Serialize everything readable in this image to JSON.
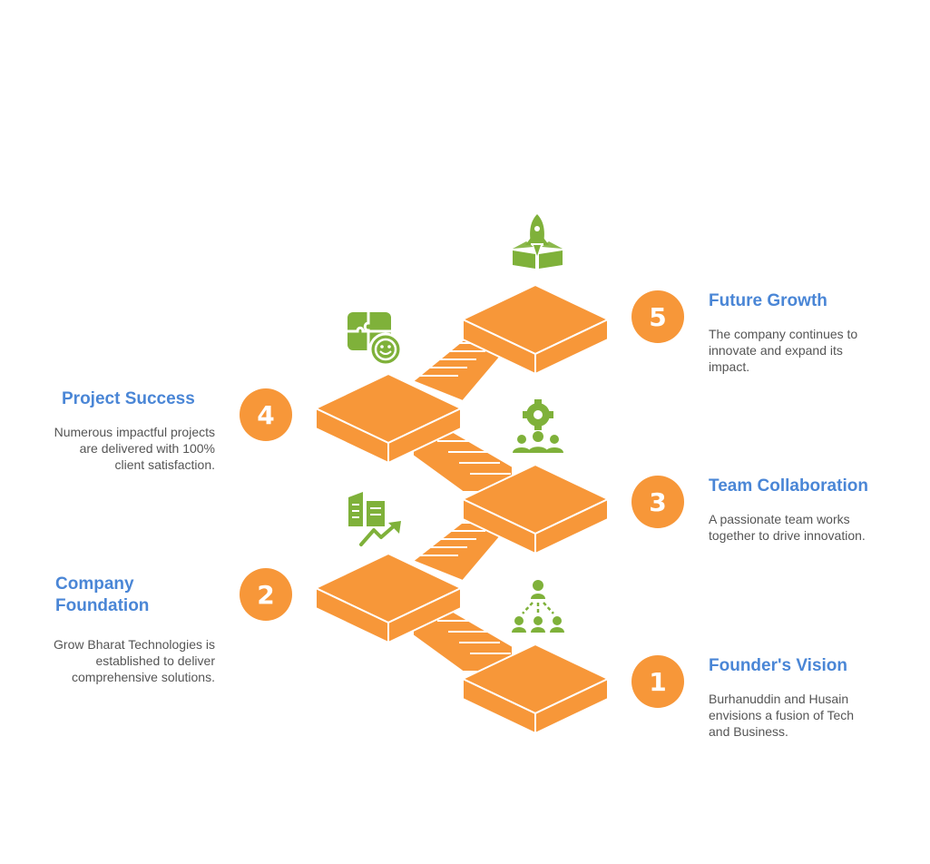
{
  "colors": {
    "step_fill": "#F79739",
    "step_stroke": "#ffffff",
    "icon": "#7FB13A",
    "title": "#4A86D6",
    "text": "#555555"
  },
  "steps": [
    {
      "number": "1",
      "title": "Founder's Vision",
      "description": "Burhanuddin and Husain envisions a fusion of Tech and Business.",
      "icon": "hierarchy-people-icon"
    },
    {
      "number": "2",
      "title": "Company Foundation",
      "description": "Grow Bharat Technologies is established to deliver comprehensive solutions.",
      "icon": "buildings-growth-icon"
    },
    {
      "number": "3",
      "title": "Team Collaboration",
      "description": "A passionate team works together to drive innovation.",
      "icon": "team-gear-icon"
    },
    {
      "number": "4",
      "title": "Project Success",
      "description": "Numerous impactful projects are delivered with 100% client satisfaction.",
      "icon": "puzzle-smile-icon"
    },
    {
      "number": "5",
      "title": "Future Growth",
      "description": "The company continues to innovate and expand its impact.",
      "icon": "rocket-launch-icon"
    }
  ]
}
